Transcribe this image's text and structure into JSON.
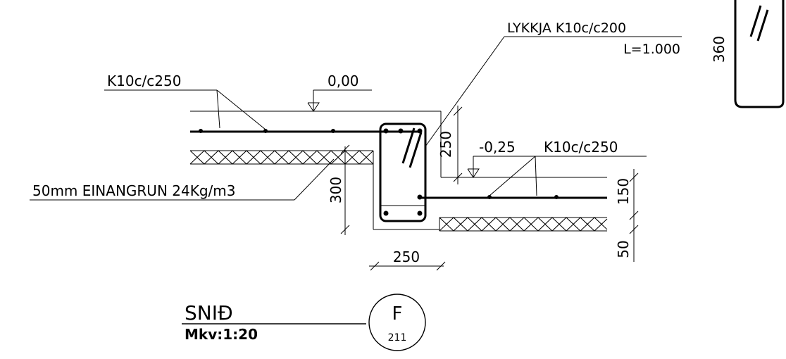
{
  "labels": {
    "lykkja_line1": "LYKKJA K10c/c200",
    "lykkja_line2": "L=1.000",
    "bent_bar_dim": "360",
    "top_rebar": "K10c/c250",
    "level_top": "0,00",
    "level_low": "-0,25",
    "low_rebar": "K10c/c250",
    "insulation": "50mm EINANGRUN 24Kg/m3",
    "dim_beam_depth": "300",
    "dim_step": "250",
    "dim_slab": "150",
    "dim_insul": "50",
    "dim_width": "250"
  },
  "title_block": {
    "title": "SNIÐ",
    "scale": "Mkv:1:20",
    "section_letter": "F",
    "sheet_ref": "211"
  }
}
